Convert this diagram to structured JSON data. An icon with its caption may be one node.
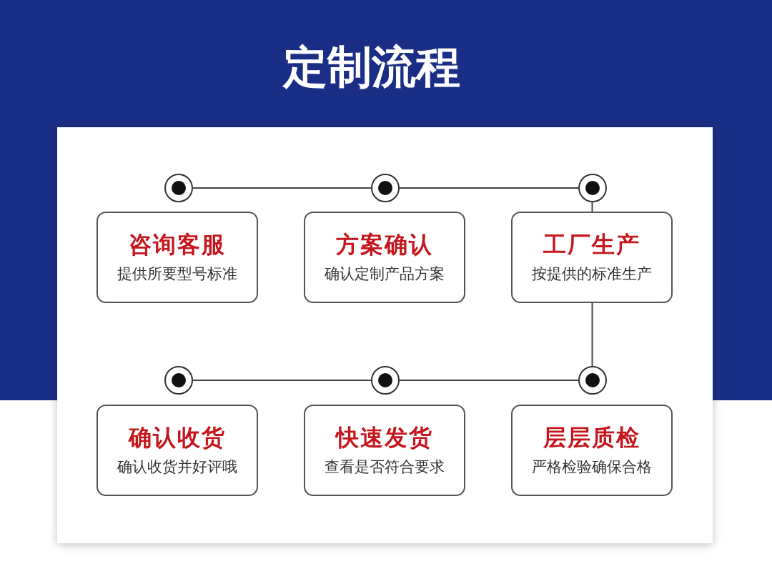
{
  "diagram": {
    "title": "定制流程",
    "nodes": [
      {
        "text": [],
        "shape": "circle"
      },
      {
        "text": [],
        "shape": "circle"
      },
      {
        "text": [],
        "shape": "circle"
      },
      {
        "text": [
          "咨询客服",
          "提供所要型号标准"
        ]
      },
      {
        "text": [
          "方案确认",
          "确认定制产品方案"
        ]
      },
      {
        "text": [
          "工厂生产",
          "按提供的标准生产"
        ]
      },
      {
        "text": [],
        "shape": "circle"
      },
      {
        "text": [],
        "shape": "circle"
      },
      {
        "text": [],
        "shape": "circle"
      },
      {
        "text": [
          "确认收货",
          "确认收货并好评哦"
        ]
      },
      {
        "text": [
          "快速发货",
          "查看是否符合要求"
        ]
      },
      {
        "text": [
          "层层质检",
          "严格检验确保合格"
        ]
      }
    ],
    "edges": [
      {
        "from": 0,
        "to": 1,
        "arrow": "none"
      },
      {
        "from": 1,
        "to": 2,
        "arrow": "none"
      },
      {
        "from": 2,
        "to": 5,
        "arrow": "none"
      },
      {
        "from": 5,
        "to": 8,
        "arrow": "none"
      },
      {
        "from": 6,
        "to": 7,
        "arrow": "none"
      },
      {
        "from": 7,
        "to": 8,
        "arrow": "none"
      }
    ]
  }
}
